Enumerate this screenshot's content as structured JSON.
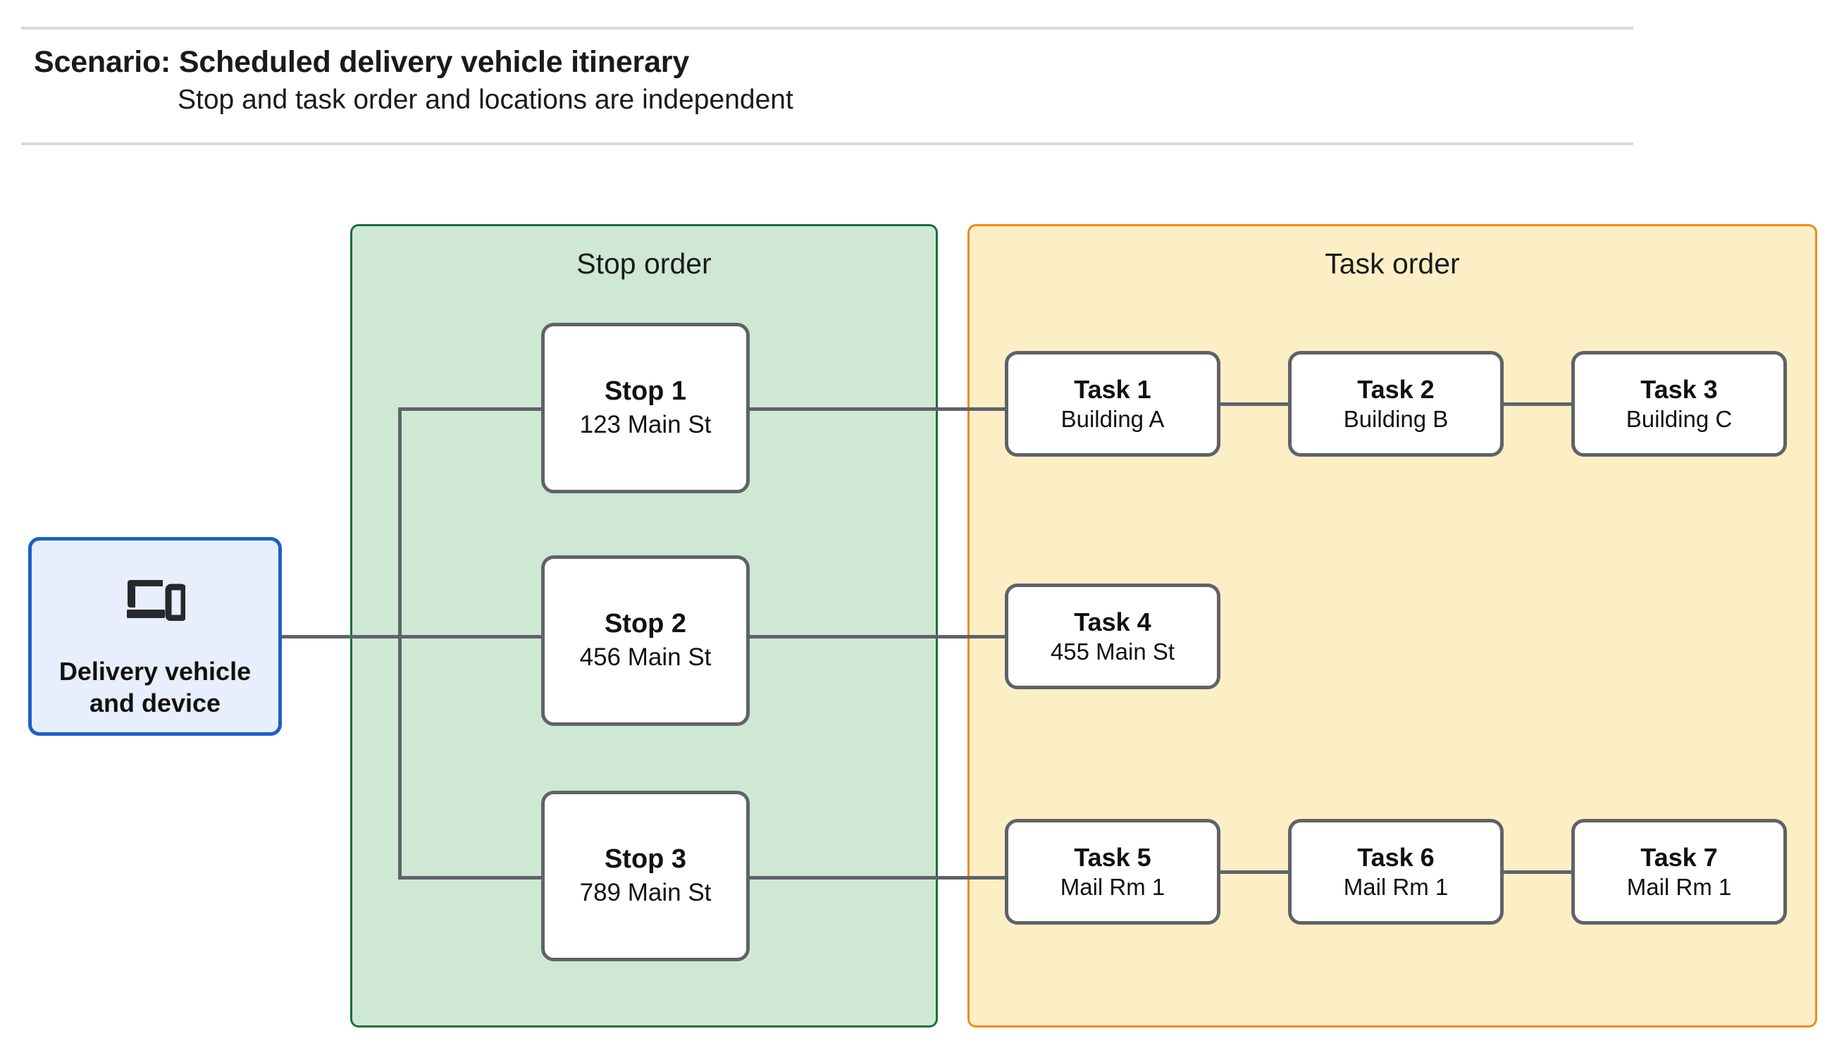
{
  "header": {
    "title": "Scenario: Scheduled delivery vehicle itinerary",
    "subtitle": "Stop and task order and locations are independent"
  },
  "groups": {
    "stop_order": {
      "title": "Stop order",
      "fill": "#cfe8d4",
      "border": "#19703a"
    },
    "task_order": {
      "title": "Task order",
      "fill": "#fcefc6",
      "border": "#f18a1c"
    }
  },
  "source": {
    "icon": "devices-icon",
    "label_line1": "Delivery vehicle",
    "label_line2": "and device",
    "fill": "#e7eefc",
    "border": "#1b60c4"
  },
  "stops": [
    {
      "title": "Stop 1",
      "sub": "123 Main St"
    },
    {
      "title": "Stop 2",
      "sub": "456 Main St"
    },
    {
      "title": "Stop 3",
      "sub": "789 Main St"
    }
  ],
  "tasks": [
    {
      "title": "Task 1",
      "sub": "Building A"
    },
    {
      "title": "Task 2",
      "sub": "Building B"
    },
    {
      "title": "Task 3",
      "sub": "Building C"
    },
    {
      "title": "Task 4",
      "sub": "455 Main St"
    },
    {
      "title": "Task 5",
      "sub": "Mail Rm 1"
    },
    {
      "title": "Task 6",
      "sub": "Mail Rm 1"
    },
    {
      "title": "Task 7",
      "sub": "Mail Rm 1"
    }
  ],
  "colors": {
    "connector": "#5f6368",
    "node_border": "#5f6368",
    "rule": "#d9d9d9",
    "text": "#111111"
  }
}
